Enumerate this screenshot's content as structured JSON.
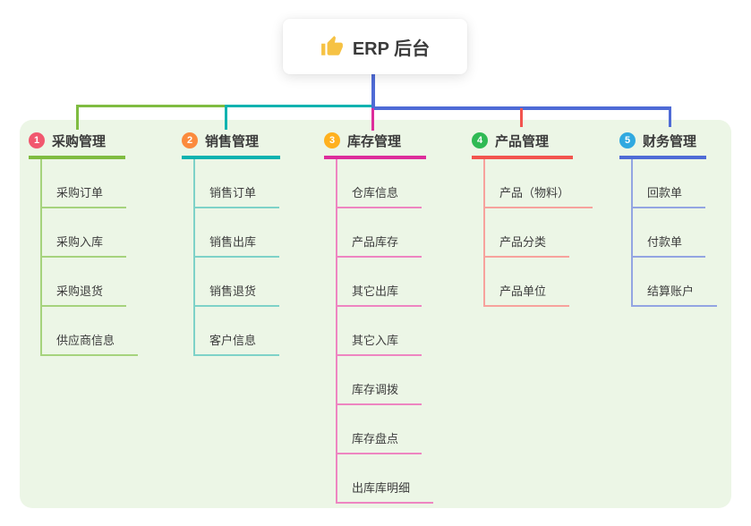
{
  "root": {
    "title": "ERP 后台",
    "icon": "thumbs-up-icon"
  },
  "branches": [
    {
      "key": "purchase",
      "index": "1",
      "title": "采购管理",
      "badge_color": "#f1586f",
      "line_color": "#7fbc41",
      "light_line_color": "#a6d37d",
      "children": [
        "采购订单",
        "采购入库",
        "采购退货",
        "供应商信息"
      ]
    },
    {
      "key": "sales",
      "index": "2",
      "title": "销售管理",
      "badge_color": "#fb8b3d",
      "line_color": "#0cb3b0",
      "light_line_color": "#7ed2c8",
      "children": [
        "销售订单",
        "销售出库",
        "销售退货",
        "客户信息"
      ]
    },
    {
      "key": "inventory",
      "index": "3",
      "title": "库存管理",
      "badge_color": "#ffb11e",
      "line_color": "#dd2d9b",
      "light_line_color": "#ee85c1",
      "children": [
        "仓库信息",
        "产品库存",
        "其它出库",
        "其它入库",
        "库存调拨",
        "库存盘点",
        "出库库明细"
      ]
    },
    {
      "key": "product",
      "index": "4",
      "title": "产品管理",
      "badge_color": "#2fba54",
      "line_color": "#f2544e",
      "light_line_color": "#f7a29d",
      "children": [
        "产品（物料）",
        "产品分类",
        "产品单位"
      ]
    },
    {
      "key": "finance",
      "index": "5",
      "title": "财务管理",
      "badge_color": "#30a9e0",
      "line_color": "#4f6bd6",
      "light_line_color": "#93a5e2",
      "children": [
        "回款单",
        "付款单",
        "结算账户"
      ]
    }
  ],
  "colors": {
    "panel_background": "#ecf6e6",
    "root_connector": "#4f6bd6",
    "title_text": "#3b3b3b",
    "child_text": "#3d3d3d",
    "thumb_icon": "#f6c244"
  }
}
